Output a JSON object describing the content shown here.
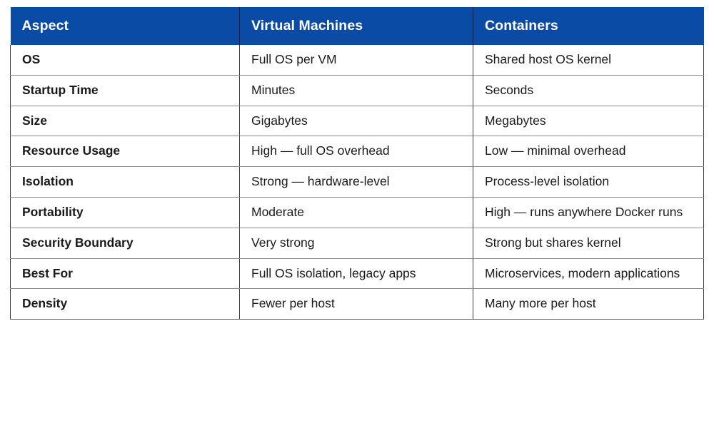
{
  "table": {
    "accent_color": "#0A4BA5",
    "header_text_color": "#ffffff",
    "body_text_color": "#1a1a1a",
    "border_color": "#3a3a3a",
    "row_divider_color": "#8a8a8a",
    "columns": [
      {
        "key": "aspect",
        "label": "Aspect"
      },
      {
        "key": "vm",
        "label": "Virtual Machines"
      },
      {
        "key": "containers",
        "label": "Containers"
      }
    ],
    "rows": [
      {
        "aspect": "OS",
        "vm": "Full OS per VM",
        "containers": "Shared host OS kernel"
      },
      {
        "aspect": "Startup Time",
        "vm": "Minutes",
        "containers": "Seconds"
      },
      {
        "aspect": "Size",
        "vm": "Gigabytes",
        "containers": "Megabytes"
      },
      {
        "aspect": "Resource Usage",
        "vm": "High — full OS overhead",
        "containers": "Low — minimal overhead"
      },
      {
        "aspect": "Isolation",
        "vm": "Strong — hardware-level",
        "containers": "Process-level isolation"
      },
      {
        "aspect": "Portability",
        "vm": "Moderate",
        "containers": "High — runs anywhere Docker runs"
      },
      {
        "aspect": "Security Boundary",
        "vm": "Very strong",
        "containers": "Strong but shares kernel"
      },
      {
        "aspect": "Best For",
        "vm": "Full OS isolation, legacy apps",
        "containers": "Microservices, modern applications"
      },
      {
        "aspect": "Density",
        "vm": "Fewer per host",
        "containers": "Many more per host"
      }
    ]
  }
}
